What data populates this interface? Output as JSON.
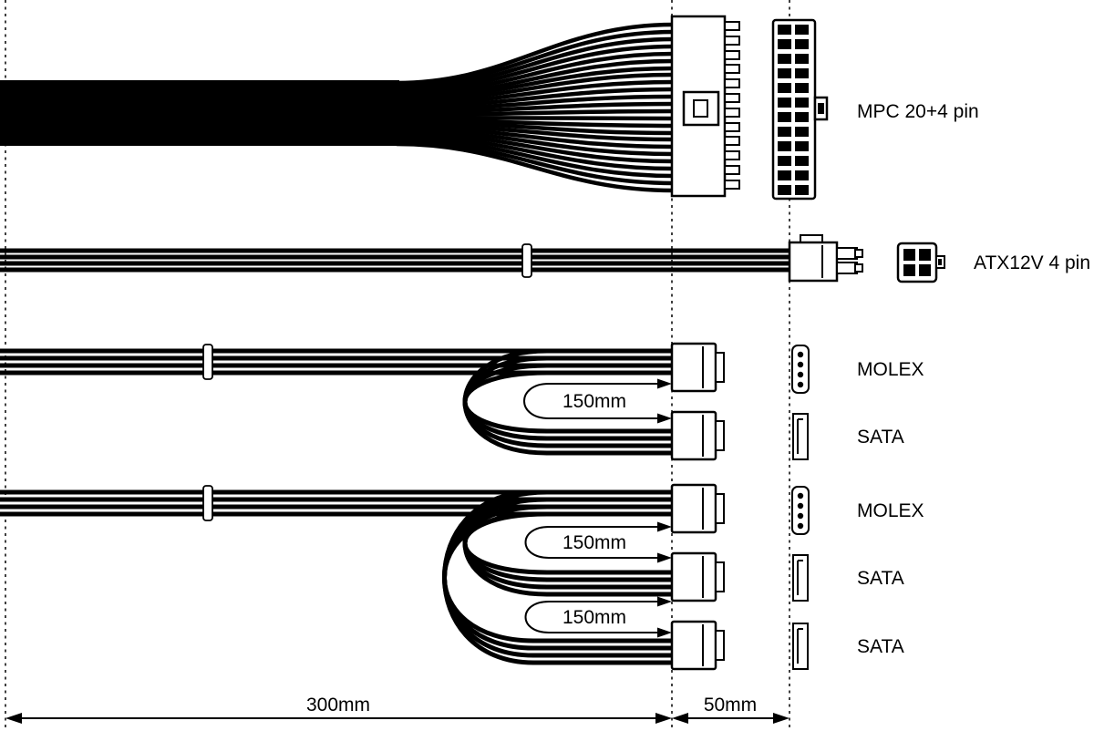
{
  "diagram": {
    "labels": {
      "mpc": "MPC 20+4 pin",
      "atx": "ATX12V 4 pin",
      "molex_1": "MOLEX",
      "sata_1": "SATA",
      "molex_2": "MOLEX",
      "sata_2": "SATA",
      "sata_3": "SATA"
    },
    "measurements": {
      "loop_1": "150mm",
      "loop_2": "150mm",
      "loop_3": "150mm",
      "total": "300mm",
      "offset": "50mm"
    },
    "colors": {
      "wire": "#000000",
      "background": "#ffffff"
    }
  }
}
